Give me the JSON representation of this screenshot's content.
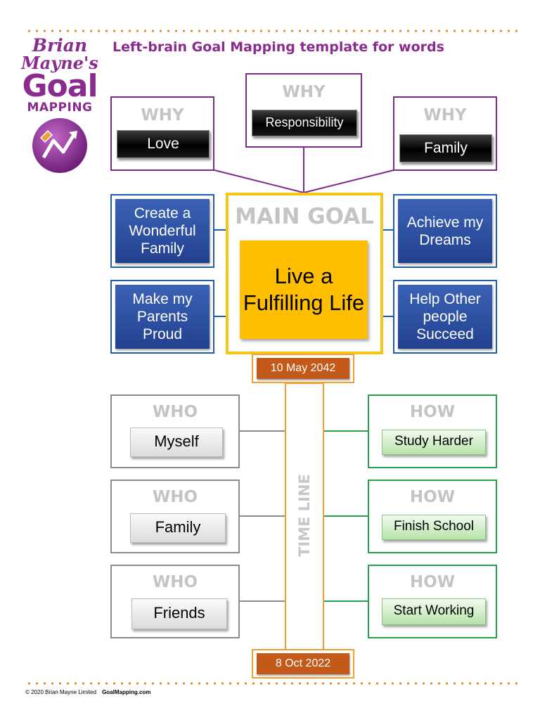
{
  "brand": {
    "line1": "Brian",
    "line2": "Mayne's",
    "line3": "Goal",
    "line4": "MAPPING"
  },
  "title": "Left-brain Goal Mapping template for words",
  "why": [
    {
      "label": "WHY",
      "value": "Love"
    },
    {
      "label": "WHY",
      "value": "Responsibility"
    },
    {
      "label": "WHY",
      "value": "Family"
    }
  ],
  "sub_goals": [
    "Create a Wonderful Family",
    "Make my Parents Proud",
    "Achieve my Dreams",
    "Help Other people Succeed"
  ],
  "main_goal": {
    "label": "MAIN GOAL",
    "value": "Live a Fulfilling Life"
  },
  "dates": {
    "target": "10 May 2042",
    "start": "8 Oct 2022"
  },
  "timeline_label": "TIME LINE",
  "who": [
    {
      "label": "WHO",
      "value": "Myself"
    },
    {
      "label": "WHO",
      "value": "Family"
    },
    {
      "label": "WHO",
      "value": "Friends"
    }
  ],
  "how": [
    {
      "label": "HOW",
      "value": "Study Harder"
    },
    {
      "label": "HOW",
      "value": "Finish School"
    },
    {
      "label": "HOW",
      "value": "Start Working"
    }
  ],
  "footer": {
    "copyright": "© 2020 Brian Mayne Limited",
    "site": "GoalMapping.com"
  },
  "colors": {
    "purple": "#8a2c8f",
    "blue": "#1d5fa8",
    "gold": "#f5c518",
    "orange": "#c45a1a",
    "green": "#2aa04a",
    "grey": "#8c8c8c"
  }
}
